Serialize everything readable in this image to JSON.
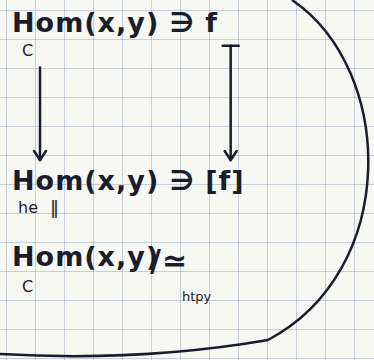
{
  "diagram": {
    "labels": [
      "Hom(x,y) ∋ f",
      "C",
      "Hom(x,y) ∋ [f]",
      "he",
      "‖",
      "Hom(x,y)",
      "C",
      "/≃",
      "htpy"
    ]
  }
}
